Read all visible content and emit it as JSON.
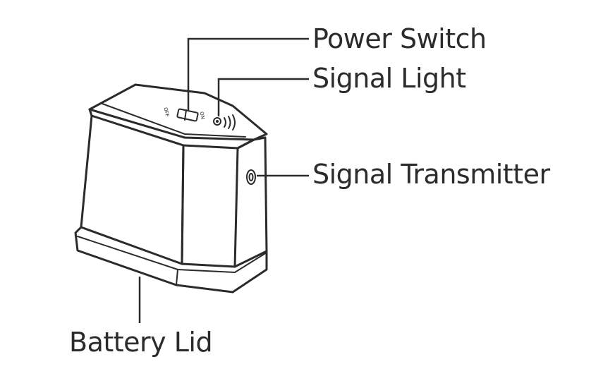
{
  "callouts": {
    "power_switch": "Power Switch",
    "signal_light": "Signal Light",
    "signal_transmitter": "Signal Transmitter",
    "battery_lid": "Battery Lid"
  },
  "switch_marks": {
    "off": "OFF",
    "on": "ON"
  },
  "colors": {
    "line": "#2b2b2b",
    "background": "#ffffff"
  }
}
